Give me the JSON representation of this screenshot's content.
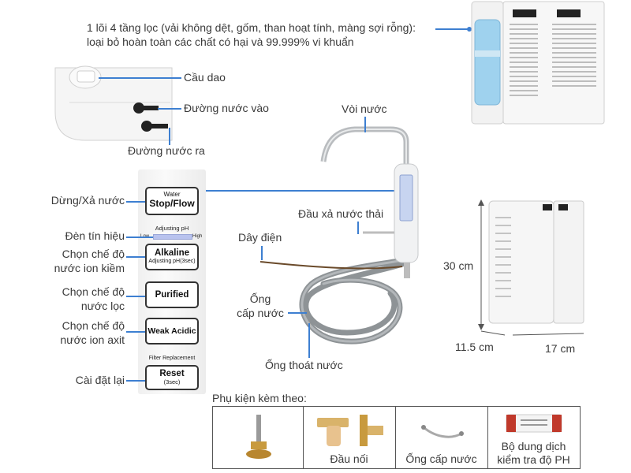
{
  "labels": {
    "filter_line1": "1 lõi 4 tầng lọc (vải không dệt, gốm, than hoạt tính, màng sợi rỗng):",
    "filter_line2": "loại bỏ hoàn toàn các chất có hại và 99.999% vi khuẩn",
    "breaker": "Cầu dao",
    "water_in": "Đường nước vào",
    "water_out": "Đường nước ra",
    "faucet": "Vòi nước",
    "drain": "Đầu xả nước thải",
    "power_cord": "Dây điện",
    "supply_pipe_line1": "Ống",
    "supply_pipe_line2": "cấp nước",
    "drain_pipe": "Ống thoát nước",
    "stop_flow": "Dừng/Xả nước",
    "indicator": "Đèn tín hiệu",
    "alkaline_line1": "Chọn chế độ",
    "alkaline_line2": "nước ion kiềm",
    "purified_line1": "Chọn chế độ",
    "purified_line2": "nước lọc",
    "acidic_line1": "Chọn chế độ",
    "acidic_line2": "nước ion axit",
    "reset": "Cài đặt lại"
  },
  "panel": {
    "water": "Water",
    "stop_flow": "Stop/Flow",
    "adjusting_ph": "Adjusting pH",
    "low": "Low",
    "high": "High",
    "alkaline": "Alkaline",
    "alkaline_sub": "Adjusting pH(3sec)",
    "purified": "Purified",
    "weak_acidic": "Weak Acidic",
    "filter_replacement": "Filter Replacement",
    "reset": "Reset",
    "reset_sub": "(3sec)"
  },
  "dimensions": {
    "height": "30 cm",
    "depth": "11.5 cm",
    "width": "17 cm"
  },
  "accessories": {
    "title": "Phụ kiện kèm theo:",
    "items": [
      {
        "caption": ""
      },
      {
        "caption": "Đầu nối"
      },
      {
        "caption": "Ống cấp nước"
      },
      {
        "caption_line1": "Bộ dung dịch",
        "caption_line2": "kiểm tra độ PH"
      }
    ]
  },
  "colors": {
    "accent_line": "#3d7fd1",
    "filter_blue": "#9fd2ee",
    "panel_bg": "#f2f2f2",
    "brass": "#c89a3e"
  }
}
